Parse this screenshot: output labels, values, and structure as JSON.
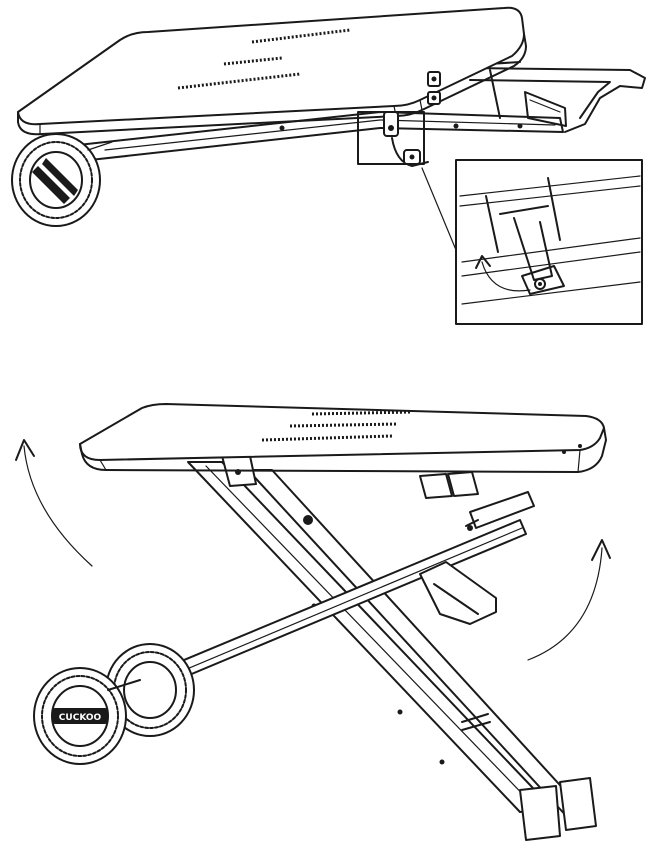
{
  "figure": {
    "ink_color": "#1a1a1a",
    "paper_color": "#ffffff",
    "panels": [
      {
        "id": "folded-cart",
        "callout": "pivot-latch-detail"
      },
      {
        "id": "unfolded-stand",
        "motion": "legs-rotate-outward"
      }
    ],
    "brand_mark": "CUCKOO",
    "icons": [
      "curved-arrow-icon",
      "wheel-icon",
      "latch-icon"
    ]
  }
}
